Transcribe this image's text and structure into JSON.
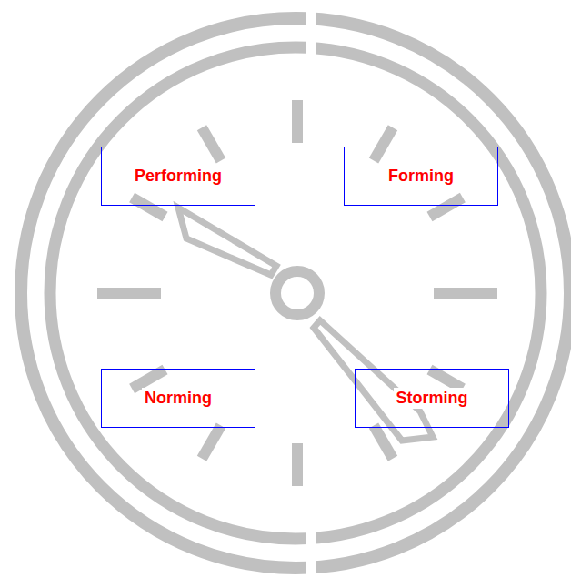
{
  "diagram": {
    "nodes": [
      {
        "text": [
          "Performing"
        ]
      },
      {
        "text": [
          "Forming"
        ]
      },
      {
        "text": [
          "Norming"
        ]
      },
      {
        "text": [
          "Storming"
        ]
      }
    ]
  }
}
